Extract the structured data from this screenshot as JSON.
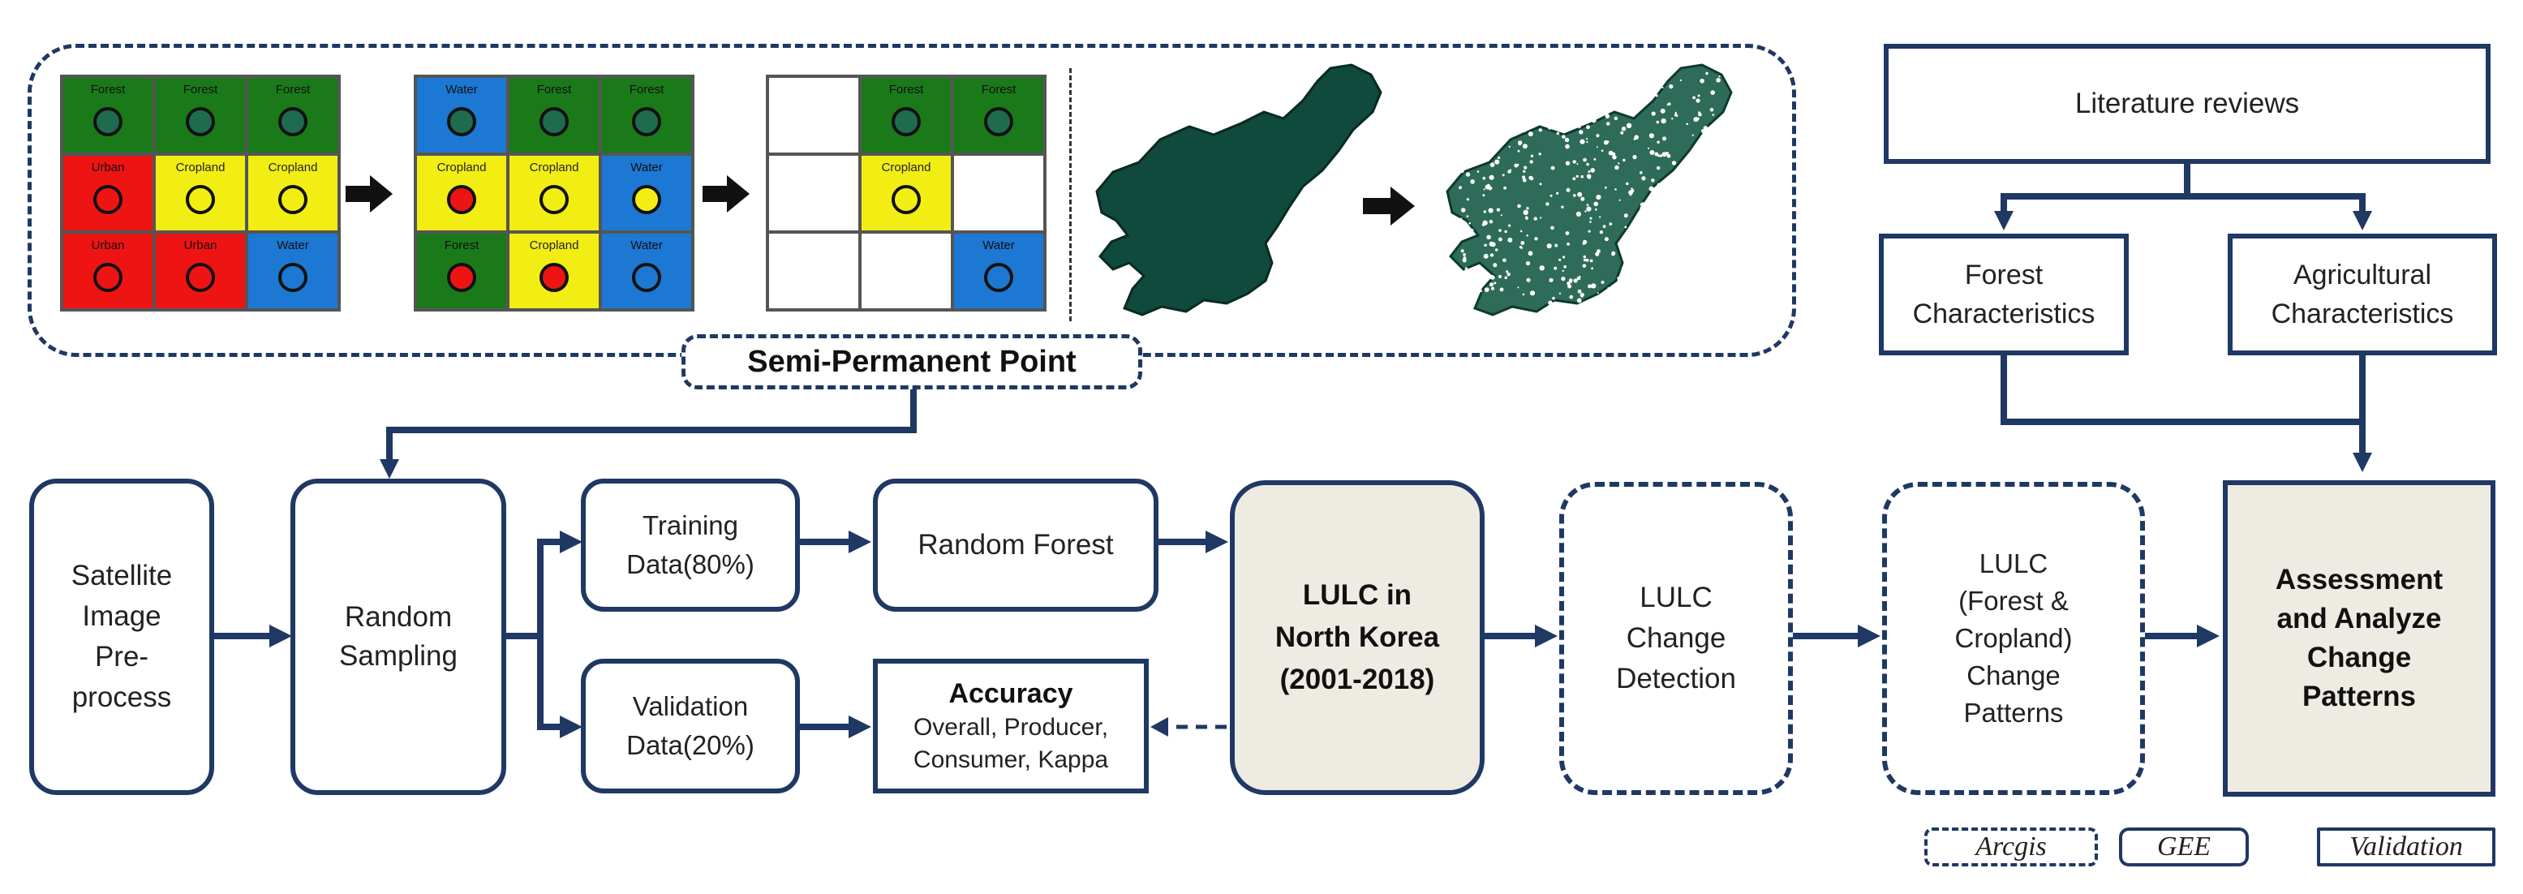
{
  "colors": {
    "navy": "#1f3864",
    "forest": "#1a7a1a",
    "urban": "#ef1414",
    "cropland": "#f2ee14",
    "water": "#1c78d2",
    "empty": "#ffffff",
    "map_dark": "#0f4a3c"
  },
  "grids": [
    {
      "cells": [
        {
          "label": "Forest",
          "color": "forest",
          "dot": "#1f6b50"
        },
        {
          "label": "Forest",
          "color": "forest",
          "dot": "#1f6b50"
        },
        {
          "label": "Forest",
          "color": "forest",
          "dot": "#1f6b50"
        },
        {
          "label": "Urban",
          "color": "urban",
          "dot": "#ef1414"
        },
        {
          "label": "Cropland",
          "color": "cropland",
          "dot": "#f2ee14"
        },
        {
          "label": "Cropland",
          "color": "cropland",
          "dot": "#f2ee14"
        },
        {
          "label": "Urban",
          "color": "urban",
          "dot": "#ef1414"
        },
        {
          "label": "Urban",
          "color": "urban",
          "dot": "#ef1414"
        },
        {
          "label": "Water",
          "color": "water",
          "dot": "#1c78d2"
        }
      ]
    },
    {
      "cells": [
        {
          "label": "Water",
          "color": "water",
          "dot": "#1f6b50"
        },
        {
          "label": "Forest",
          "color": "forest",
          "dot": "#1f6b50"
        },
        {
          "label": "Forest",
          "color": "forest",
          "dot": "#1f6b50"
        },
        {
          "label": "Cropland",
          "color": "cropland",
          "dot": "#ef1414"
        },
        {
          "label": "Cropland",
          "color": "cropland",
          "dot": "#f2ee14"
        },
        {
          "label": "Water",
          "color": "water",
          "dot": "#f2ee14"
        },
        {
          "label": "Forest",
          "color": "forest",
          "dot": "#ef1414"
        },
        {
          "label": "Cropland",
          "color": "cropland",
          "dot": "#ef1414"
        },
        {
          "label": "Water",
          "color": "water",
          "dot": "#1c78d2"
        }
      ]
    },
    {
      "cells": [
        {
          "label": "",
          "color": "empty",
          "dot": ""
        },
        {
          "label": "Forest",
          "color": "forest",
          "dot": "#1f6b50"
        },
        {
          "label": "Forest",
          "color": "forest",
          "dot": "#1f6b50"
        },
        {
          "label": "",
          "color": "empty",
          "dot": ""
        },
        {
          "label": "Cropland",
          "color": "cropland",
          "dot": "#f2ee14"
        },
        {
          "label": "",
          "color": "empty",
          "dot": ""
        },
        {
          "label": "",
          "color": "empty",
          "dot": ""
        },
        {
          "label": "",
          "color": "empty",
          "dot": ""
        },
        {
          "label": "Water",
          "color": "water",
          "dot": "#1c78d2"
        }
      ]
    }
  ],
  "semi_permanent_point": "Semi-Permanent Point",
  "nodes": {
    "satellite": "Satellite\nImage\nPre-\nprocess",
    "random_sampling": "Random\nSampling",
    "training": "Training\nData(80%)",
    "validation": "Validation\nData(20%)",
    "random_forest": "Random Forest",
    "accuracy_title": "Accuracy",
    "accuracy_detail": "Overall, Producer,\nConsumer, Kappa",
    "lulc_nk": "LULC in\nNorth Korea\n(2001-2018)",
    "change_detection": "LULC\nChange\nDetection",
    "change_patterns": "LULC\n(Forest &\nCropland)\nChange\nPatterns",
    "assessment": "Assessment\nand Analyze\nChange\nPatterns",
    "literature": "Literature reviews",
    "forest_char": "Forest\nCharacteristics",
    "agri_char": "Agricultural\nCharacteristics"
  },
  "legend": {
    "arcgis": "Arcgis",
    "gee": "GEE",
    "validation": "Validation"
  }
}
